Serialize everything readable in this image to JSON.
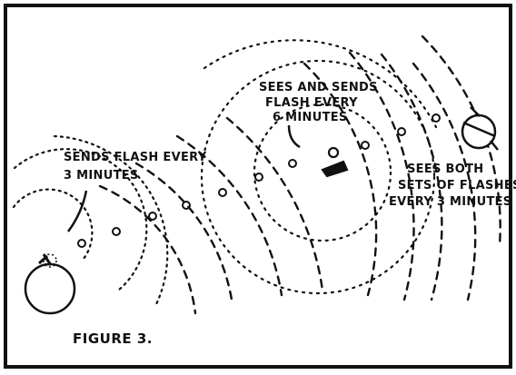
{
  "figure": {
    "caption": "FIGURE 3.",
    "labels": {
      "left": [
        "SENDS FLASH EVERY",
        "3 MINUTES"
      ],
      "middle": [
        "SEES AND SENDS",
        "FLASH EVERY",
        "6 MINUTES"
      ],
      "right": [
        "SEES BOTH",
        "SETS OF FLASHES",
        "EVERY 3 MINUTES"
      ]
    }
  }
}
